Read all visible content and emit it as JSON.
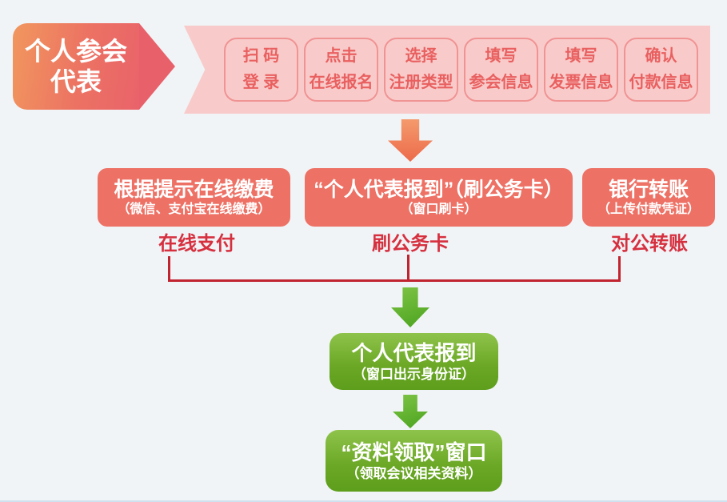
{
  "flow": {
    "start_badge": {
      "line1": "个人参会",
      "line2": "代表"
    },
    "band_steps": [
      {
        "line1": "扫 码",
        "line2": "登 录"
      },
      {
        "line1": "点击",
        "line2": "在线报名"
      },
      {
        "line1": "选择",
        "line2": "注册类型"
      },
      {
        "line1": "填写",
        "line2": "参会信息"
      },
      {
        "line1": "填写",
        "line2": "发票信息"
      },
      {
        "line1": "确认",
        "line2": "付款信息"
      }
    ],
    "payment_options": [
      {
        "title": "根据提示在线缴费",
        "subtitle": "（微信、支付宝在线缴费）",
        "label": "在线支付"
      },
      {
        "title": "“个人代表报到”（刷公务卡）",
        "subtitle": "（窗口刷卡）",
        "label": "刷公务卡"
      },
      {
        "title": "银行转账",
        "subtitle": "（上传付款凭证）",
        "label": "对公转账"
      }
    ],
    "checkin": {
      "title": "个人代表报到",
      "subtitle": "（窗口出示身份证）"
    },
    "materials": {
      "title": "“资料领取”窗口",
      "subtitle": "（领取会议相关资料）"
    }
  },
  "colors": {
    "background": "#f0f4f7",
    "badge_gradient_start": "#f1975e",
    "badge_gradient_end": "#e9636a",
    "band_background": "#f8cbca",
    "band_step_border": "#f09393",
    "band_step_text": "#e96060",
    "payment_box": "#ee7165",
    "payment_label_text": "#d6303f",
    "bracket_line": "#c1232f",
    "orange_arrow": "#ec6a4a",
    "green_arrow": "#4aa31e",
    "green_box_top": "#8ec34b",
    "green_box_bottom": "#5d9e1c"
  }
}
